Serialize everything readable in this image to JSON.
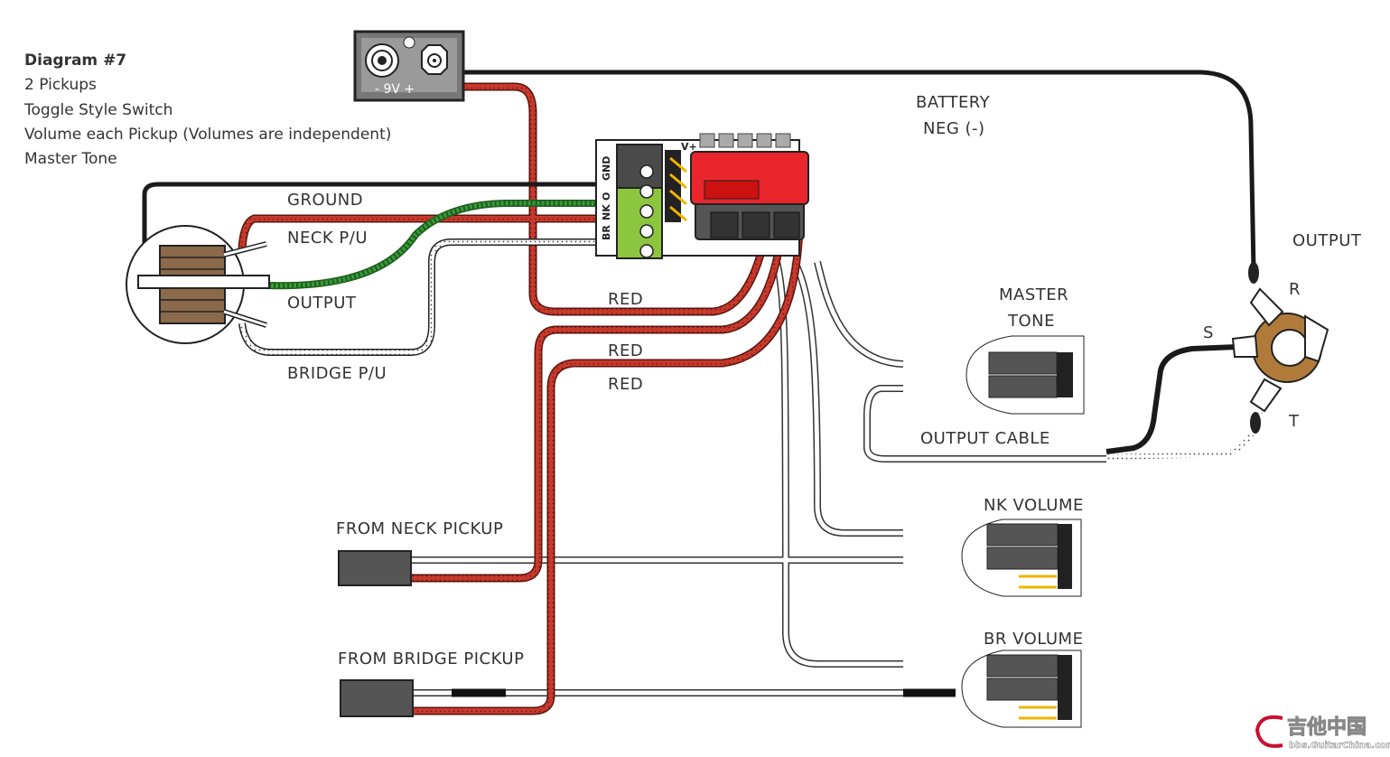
{
  "info": {
    "title": "Diagram #7",
    "lines": [
      "2 Pickups",
      "Toggle Style Switch",
      "Volume each Pickup (Volumes are independent)",
      "Master Tone"
    ]
  },
  "battery": {
    "label": "-  9V  +"
  },
  "pcb": {
    "v_plus": "V+",
    "gnd": "GND",
    "o": "O",
    "nk": "NK",
    "br": "BR"
  },
  "labels": {
    "ground": "GROUND",
    "neck_pu": "NECK P/U",
    "output_switch": "OUTPUT",
    "bridge_pu": "BRIDGE P/U",
    "red1": "RED",
    "red2": "RED",
    "red3": "RED",
    "battery_neg_1": "BATTERY",
    "battery_neg_2": "NEG (-)",
    "output_jack": "OUTPUT",
    "master_tone_1": "MASTER",
    "master_tone_2": "TONE",
    "r": "R",
    "s": "S",
    "t": "T",
    "output_cable": "OUTPUT CABLE",
    "nk_volume": "NK VOLUME",
    "br_volume": "BR VOLUME",
    "from_neck": "FROM NECK PICKUP",
    "from_bridge": "FROM BRIDGE PICKUP"
  },
  "watermark": {
    "cn": "吉他中国",
    "url": "bbs.GuitarChina.com"
  },
  "colors": {
    "red_wire": "#c8392b",
    "green_wire": "#3a9a3a",
    "black_wire": "#1a1a1a",
    "connector_red": "#e8262c",
    "terminal_green": "#8cc63f",
    "connector_gray": "#555555"
  }
}
